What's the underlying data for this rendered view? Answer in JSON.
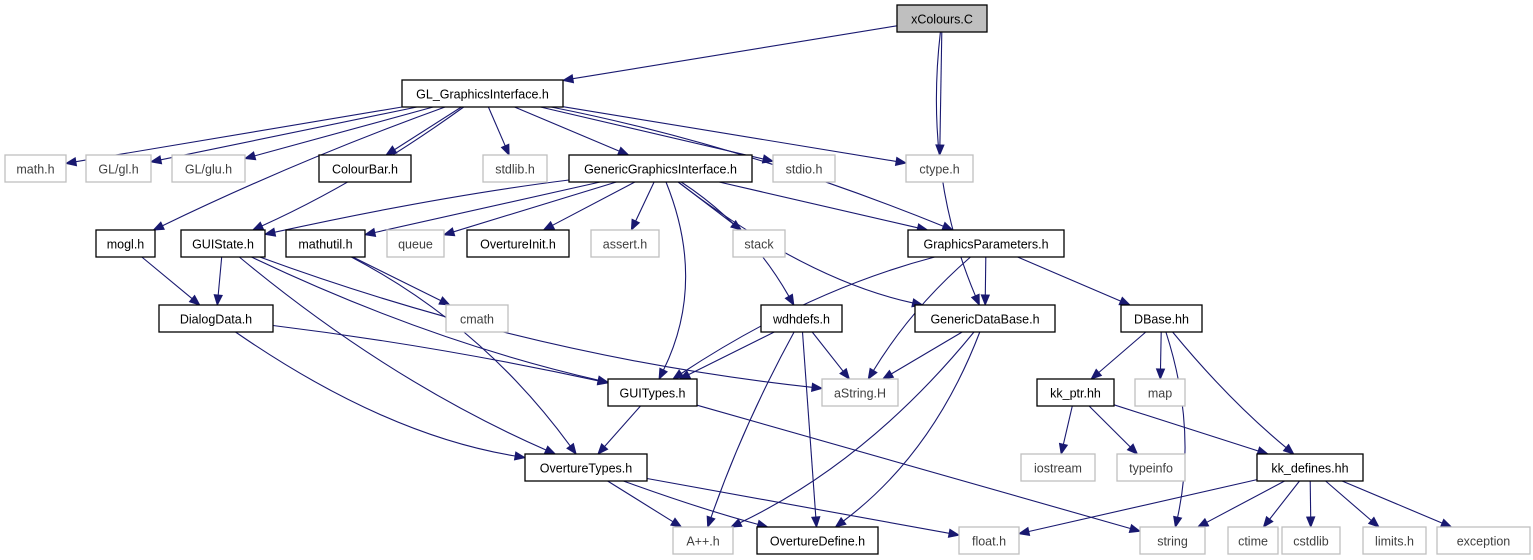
{
  "colors": {
    "edge": "#191970",
    "text": "#000000",
    "root_fill": "#bfbfbf",
    "node_border": "#000000",
    "external_border": "#bfbfbf",
    "external_text": "#404040",
    "background": "#ffffff"
  },
  "nodes": [
    {
      "id": "xColours",
      "label": "xColours.C",
      "kind": "root"
    },
    {
      "id": "GL_GraphicsInterface",
      "label": "GL_GraphicsInterface.h",
      "kind": "local"
    },
    {
      "id": "math_h",
      "label": "math.h",
      "kind": "external"
    },
    {
      "id": "GL_gl",
      "label": "GL/gl.h",
      "kind": "external"
    },
    {
      "id": "GL_glu",
      "label": "GL/glu.h",
      "kind": "external"
    },
    {
      "id": "ColourBar",
      "label": "ColourBar.h",
      "kind": "local"
    },
    {
      "id": "stdlib_h",
      "label": "stdlib.h",
      "kind": "external"
    },
    {
      "id": "GenericGraphicsInterface",
      "label": "GenericGraphicsInterface.h",
      "kind": "local"
    },
    {
      "id": "stdio_h",
      "label": "stdio.h",
      "kind": "external"
    },
    {
      "id": "ctype_h",
      "label": "ctype.h",
      "kind": "external"
    },
    {
      "id": "mogl",
      "label": "mogl.h",
      "kind": "local"
    },
    {
      "id": "GUIState",
      "label": "GUIState.h",
      "kind": "local"
    },
    {
      "id": "mathutil",
      "label": "mathutil.h",
      "kind": "local"
    },
    {
      "id": "queue",
      "label": "queue",
      "kind": "external"
    },
    {
      "id": "OvertureInit",
      "label": "OvertureInit.h",
      "kind": "local"
    },
    {
      "id": "assert_h",
      "label": "assert.h",
      "kind": "external"
    },
    {
      "id": "stack",
      "label": "stack",
      "kind": "external"
    },
    {
      "id": "GraphicsParameters",
      "label": "GraphicsParameters.h",
      "kind": "local"
    },
    {
      "id": "DialogData",
      "label": "DialogData.h",
      "kind": "local"
    },
    {
      "id": "cmath",
      "label": "cmath",
      "kind": "external"
    },
    {
      "id": "wdhdefs",
      "label": "wdhdefs.h",
      "kind": "local"
    },
    {
      "id": "GenericDataBase",
      "label": "GenericDataBase.h",
      "kind": "local"
    },
    {
      "id": "DBase",
      "label": "DBase.hh",
      "kind": "local"
    },
    {
      "id": "GUITypes",
      "label": "GUITypes.h",
      "kind": "local"
    },
    {
      "id": "aString",
      "label": "aString.H",
      "kind": "external"
    },
    {
      "id": "kk_ptr",
      "label": "kk_ptr.hh",
      "kind": "local"
    },
    {
      "id": "map",
      "label": "map",
      "kind": "external"
    },
    {
      "id": "OvertureTypes",
      "label": "OvertureTypes.h",
      "kind": "local"
    },
    {
      "id": "iostream",
      "label": "iostream",
      "kind": "external"
    },
    {
      "id": "typeinfo",
      "label": "typeinfo",
      "kind": "external"
    },
    {
      "id": "kk_defines",
      "label": "kk_defines.hh",
      "kind": "local"
    },
    {
      "id": "App",
      "label": "A++.h",
      "kind": "external"
    },
    {
      "id": "OvertureDefine",
      "label": "OvertureDefine.h",
      "kind": "local"
    },
    {
      "id": "float_h",
      "label": "float.h",
      "kind": "external"
    },
    {
      "id": "string",
      "label": "string",
      "kind": "external"
    },
    {
      "id": "ctime",
      "label": "ctime",
      "kind": "external"
    },
    {
      "id": "cstdlib",
      "label": "cstdlib",
      "kind": "external"
    },
    {
      "id": "limits_h",
      "label": "limits.h",
      "kind": "external"
    },
    {
      "id": "exception",
      "label": "exception",
      "kind": "external"
    }
  ],
  "edges": [
    [
      "xColours",
      "GL_GraphicsInterface"
    ],
    [
      "xColours",
      "ctype_h"
    ],
    [
      "xColours",
      "GenericDataBase"
    ],
    [
      "GL_GraphicsInterface",
      "math_h"
    ],
    [
      "GL_GraphicsInterface",
      "GL_gl"
    ],
    [
      "GL_GraphicsInterface",
      "GL_glu"
    ],
    [
      "GL_GraphicsInterface",
      "ColourBar"
    ],
    [
      "GL_GraphicsInterface",
      "stdlib_h"
    ],
    [
      "GL_GraphicsInterface",
      "GenericGraphicsInterface"
    ],
    [
      "GL_GraphicsInterface",
      "stdio_h"
    ],
    [
      "GL_GraphicsInterface",
      "ctype_h"
    ],
    [
      "GL_GraphicsInterface",
      "mogl"
    ],
    [
      "GL_GraphicsInterface",
      "GUIState"
    ],
    [
      "GL_GraphicsInterface",
      "GraphicsParameters"
    ],
    [
      "GenericGraphicsInterface",
      "GUIState"
    ],
    [
      "GenericGraphicsInterface",
      "mathutil"
    ],
    [
      "GenericGraphicsInterface",
      "queue"
    ],
    [
      "GenericGraphicsInterface",
      "OvertureInit"
    ],
    [
      "GenericGraphicsInterface",
      "assert_h"
    ],
    [
      "GenericGraphicsInterface",
      "stack"
    ],
    [
      "GenericGraphicsInterface",
      "GraphicsParameters"
    ],
    [
      "GenericGraphicsInterface",
      "GUITypes"
    ],
    [
      "GenericGraphicsInterface",
      "wdhdefs"
    ],
    [
      "GenericGraphicsInterface",
      "GenericDataBase"
    ],
    [
      "mogl",
      "DialogData"
    ],
    [
      "GUIState",
      "DialogData"
    ],
    [
      "GUIState",
      "GUITypes"
    ],
    [
      "GUIState",
      "OvertureTypes"
    ],
    [
      "GUIState",
      "aString"
    ],
    [
      "mathutil",
      "cmath"
    ],
    [
      "mathutil",
      "OvertureTypes"
    ],
    [
      "GraphicsParameters",
      "GUITypes"
    ],
    [
      "GraphicsParameters",
      "aString"
    ],
    [
      "GraphicsParameters",
      "GenericDataBase"
    ],
    [
      "GraphicsParameters",
      "DBase"
    ],
    [
      "DialogData",
      "GUITypes"
    ],
    [
      "DialogData",
      "OvertureTypes"
    ],
    [
      "wdhdefs",
      "GUITypes"
    ],
    [
      "wdhdefs",
      "aString"
    ],
    [
      "wdhdefs",
      "App"
    ],
    [
      "wdhdefs",
      "OvertureDefine"
    ],
    [
      "GenericDataBase",
      "aString"
    ],
    [
      "GenericDataBase",
      "App"
    ],
    [
      "GenericDataBase",
      "OvertureDefine"
    ],
    [
      "DBase",
      "kk_ptr"
    ],
    [
      "DBase",
      "map"
    ],
    [
      "DBase",
      "kk_defines"
    ],
    [
      "DBase",
      "string"
    ],
    [
      "GUITypes",
      "OvertureTypes"
    ],
    [
      "GUITypes",
      "string"
    ],
    [
      "kk_ptr",
      "iostream"
    ],
    [
      "kk_ptr",
      "typeinfo"
    ],
    [
      "kk_ptr",
      "kk_defines"
    ],
    [
      "OvertureTypes",
      "App"
    ],
    [
      "OvertureTypes",
      "OvertureDefine"
    ],
    [
      "OvertureTypes",
      "float_h"
    ],
    [
      "kk_defines",
      "float_h"
    ],
    [
      "kk_defines",
      "string"
    ],
    [
      "kk_defines",
      "ctime"
    ],
    [
      "kk_defines",
      "cstdlib"
    ],
    [
      "kk_defines",
      "limits_h"
    ],
    [
      "kk_defines",
      "exception"
    ]
  ]
}
